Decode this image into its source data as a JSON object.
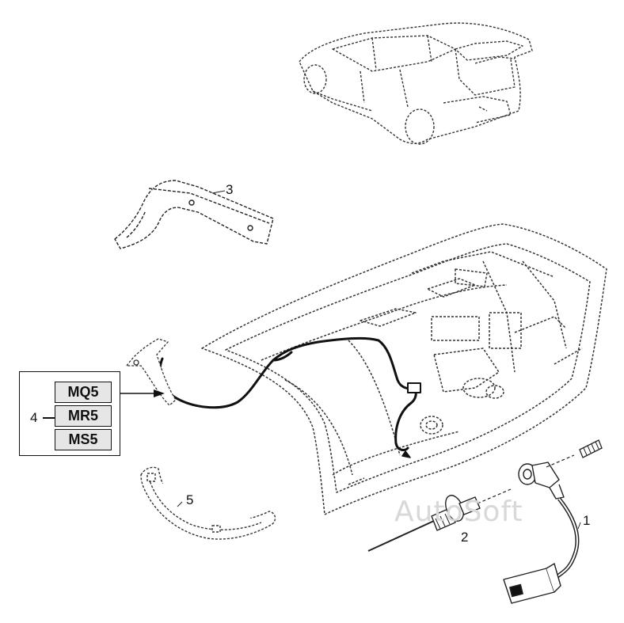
{
  "diagram": {
    "callouts": {
      "part_1": "1",
      "part_2": "2",
      "part_3": "3",
      "part_4": "4",
      "part_5": "5"
    },
    "variant_codes": [
      "MQ5",
      "MR5",
      "MS5"
    ],
    "watermark": "AutoSoft",
    "colors": {
      "line": "#111111",
      "code_fill": "#e6e6e6",
      "watermark": "#d8d8d8"
    }
  }
}
